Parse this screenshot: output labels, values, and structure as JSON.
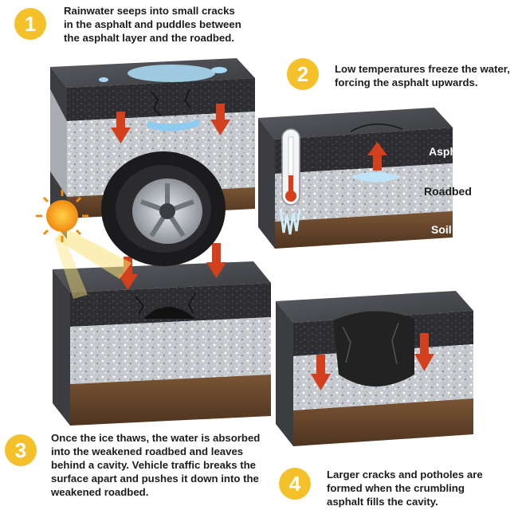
{
  "steps": [
    {
      "number": "1",
      "lines": [
        "Rainwater seeps into small cracks",
        "in the asphalt and puddles between",
        "the asphalt layer and the roadbed."
      ]
    },
    {
      "number": "2",
      "lines": [
        "Low temperatures freeze the water,",
        "forcing the asphalt upwards."
      ]
    },
    {
      "number": "3",
      "lines": [
        "Once the ice thaws, the water is absorbed",
        "into the weakened roadbed and leaves",
        "behind a cavity. Vehicle traffic breaks the",
        "surface apart and pushes it down into the",
        "weakened roadbed."
      ]
    },
    {
      "number": "4",
      "lines": [
        "Larger cracks and potholes are",
        "formed when the crumbling",
        "asphalt fills the cavity."
      ]
    }
  ],
  "layer_labels": {
    "asphalt": "Asphalt",
    "roadbed": "Roadbed",
    "soil": "Soil"
  },
  "colors": {
    "badge": "#f5c12b",
    "asphalt": "#2f2f33",
    "roadbed": "#c9ccd0",
    "soil": "#6b4a2e",
    "water": "#a9d8f2",
    "arrow": "#d2401e"
  },
  "icons": [
    "thermometer-icon",
    "sun-icon",
    "tire-icon",
    "down-arrow-icon",
    "up-arrow-icon"
  ]
}
